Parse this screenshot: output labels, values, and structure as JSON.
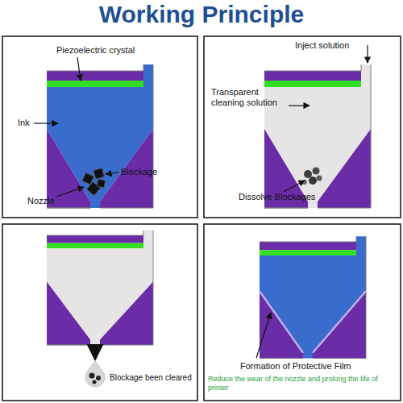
{
  "diagram": {
    "title": "Working Principle",
    "labels": [
      "Piezoelectric crystal",
      "Ink",
      "Blockage",
      "Nozzle",
      "Inject solution",
      "Transparent cleaning solution",
      "Dissolve Blockages",
      "Blockage been cleared",
      "Formation of Protective Film",
      "Reduce the wear of the nozzle and prolong the life of printer"
    ]
  }
}
